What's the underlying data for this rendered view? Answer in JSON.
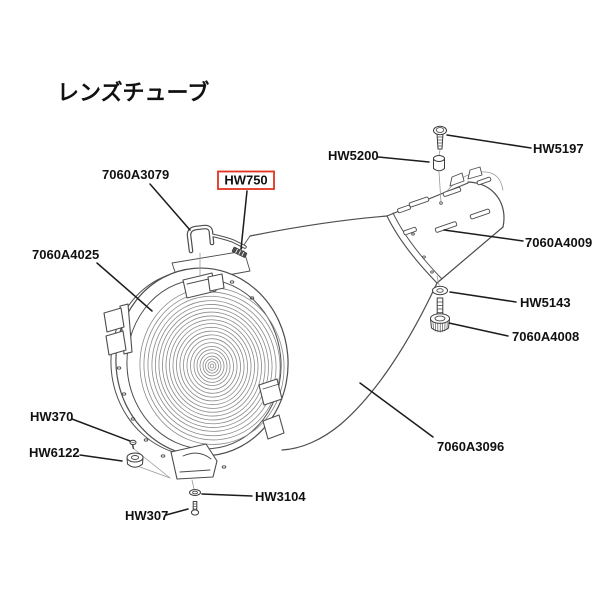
{
  "title": "レンズチューブ",
  "highlight": {
    "part": "HW750",
    "color": "#e23322"
  },
  "labels": {
    "p7060A3079": "7060A3079",
    "hw750": "HW750",
    "hw5200": "HW5200",
    "hw5197": "HW5197",
    "p7060A4009": "7060A4009",
    "p7060A4025": "7060A4025",
    "hw5143": "HW5143",
    "p7060A4008": "7060A4008",
    "hw370": "HW370",
    "hw6122": "HW6122",
    "p7060A3096": "7060A3096",
    "hw3104": "HW3104",
    "hw307": "HW307"
  }
}
